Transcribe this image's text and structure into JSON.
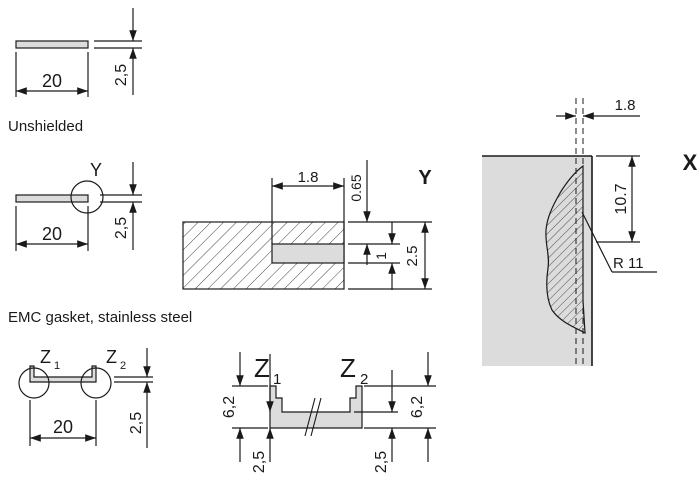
{
  "captions": {
    "unshielded": "Unshielded",
    "emc": "EMC gasket, stainless steel"
  },
  "dims": {
    "width_20": "20",
    "thick_2_5": "2,5",
    "d_1_8": "1.8",
    "d_0_65": "0.65",
    "d_1": "1",
    "d_2_5": "2.5",
    "d_10_7": "10.7",
    "r_11": "R 11",
    "d_6_2": "6,2"
  },
  "details": {
    "y": "Y",
    "x": "X",
    "z1": "Z",
    "z2": "Z",
    "sub1": "1",
    "sub2": "2"
  },
  "colors": {
    "line": "#1a1a1a",
    "fill": "#dcdcdc",
    "hatch": "#444444"
  }
}
